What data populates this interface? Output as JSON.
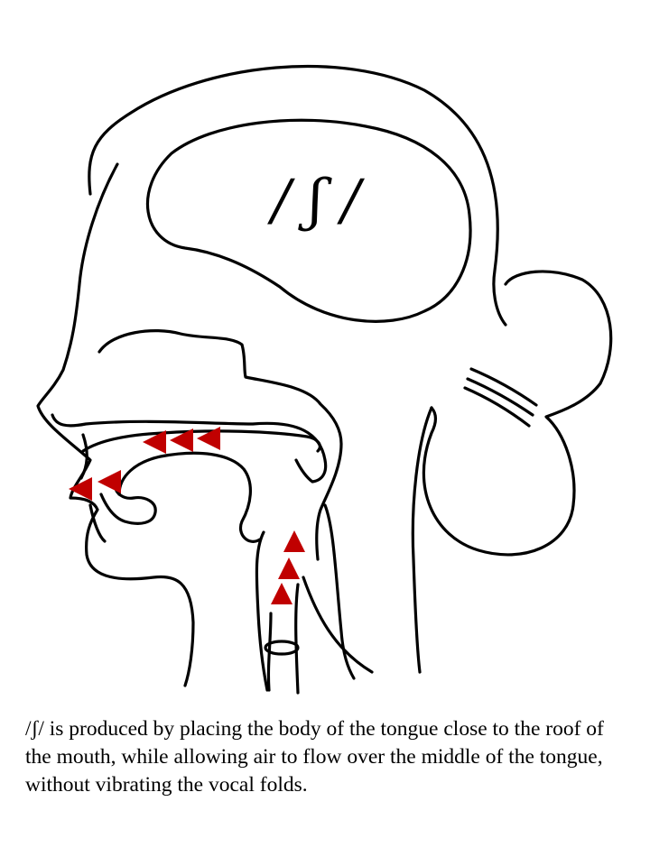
{
  "diagram": {
    "phoneme_symbol": "/ ʃ /",
    "colors": {
      "line": "#000000",
      "airflow_arrow": "#c00000",
      "background": "#ffffff"
    },
    "airflow_arrows": [
      {
        "path": "oral-cavity",
        "direction": "left"
      },
      {
        "path": "oral-cavity",
        "direction": "left"
      },
      {
        "path": "oral-cavity",
        "direction": "left"
      },
      {
        "path": "lips",
        "direction": "left"
      },
      {
        "path": "lips",
        "direction": "left"
      },
      {
        "path": "pharynx",
        "direction": "up"
      },
      {
        "path": "pharynx",
        "direction": "up"
      },
      {
        "path": "pharynx",
        "direction": "up"
      }
    ]
  },
  "caption": "/ʃ/ is produced by placing the body of the tongue close to the roof of the mouth, while allowing air to flow over the middle of the tongue, without vibrating the vocal folds."
}
